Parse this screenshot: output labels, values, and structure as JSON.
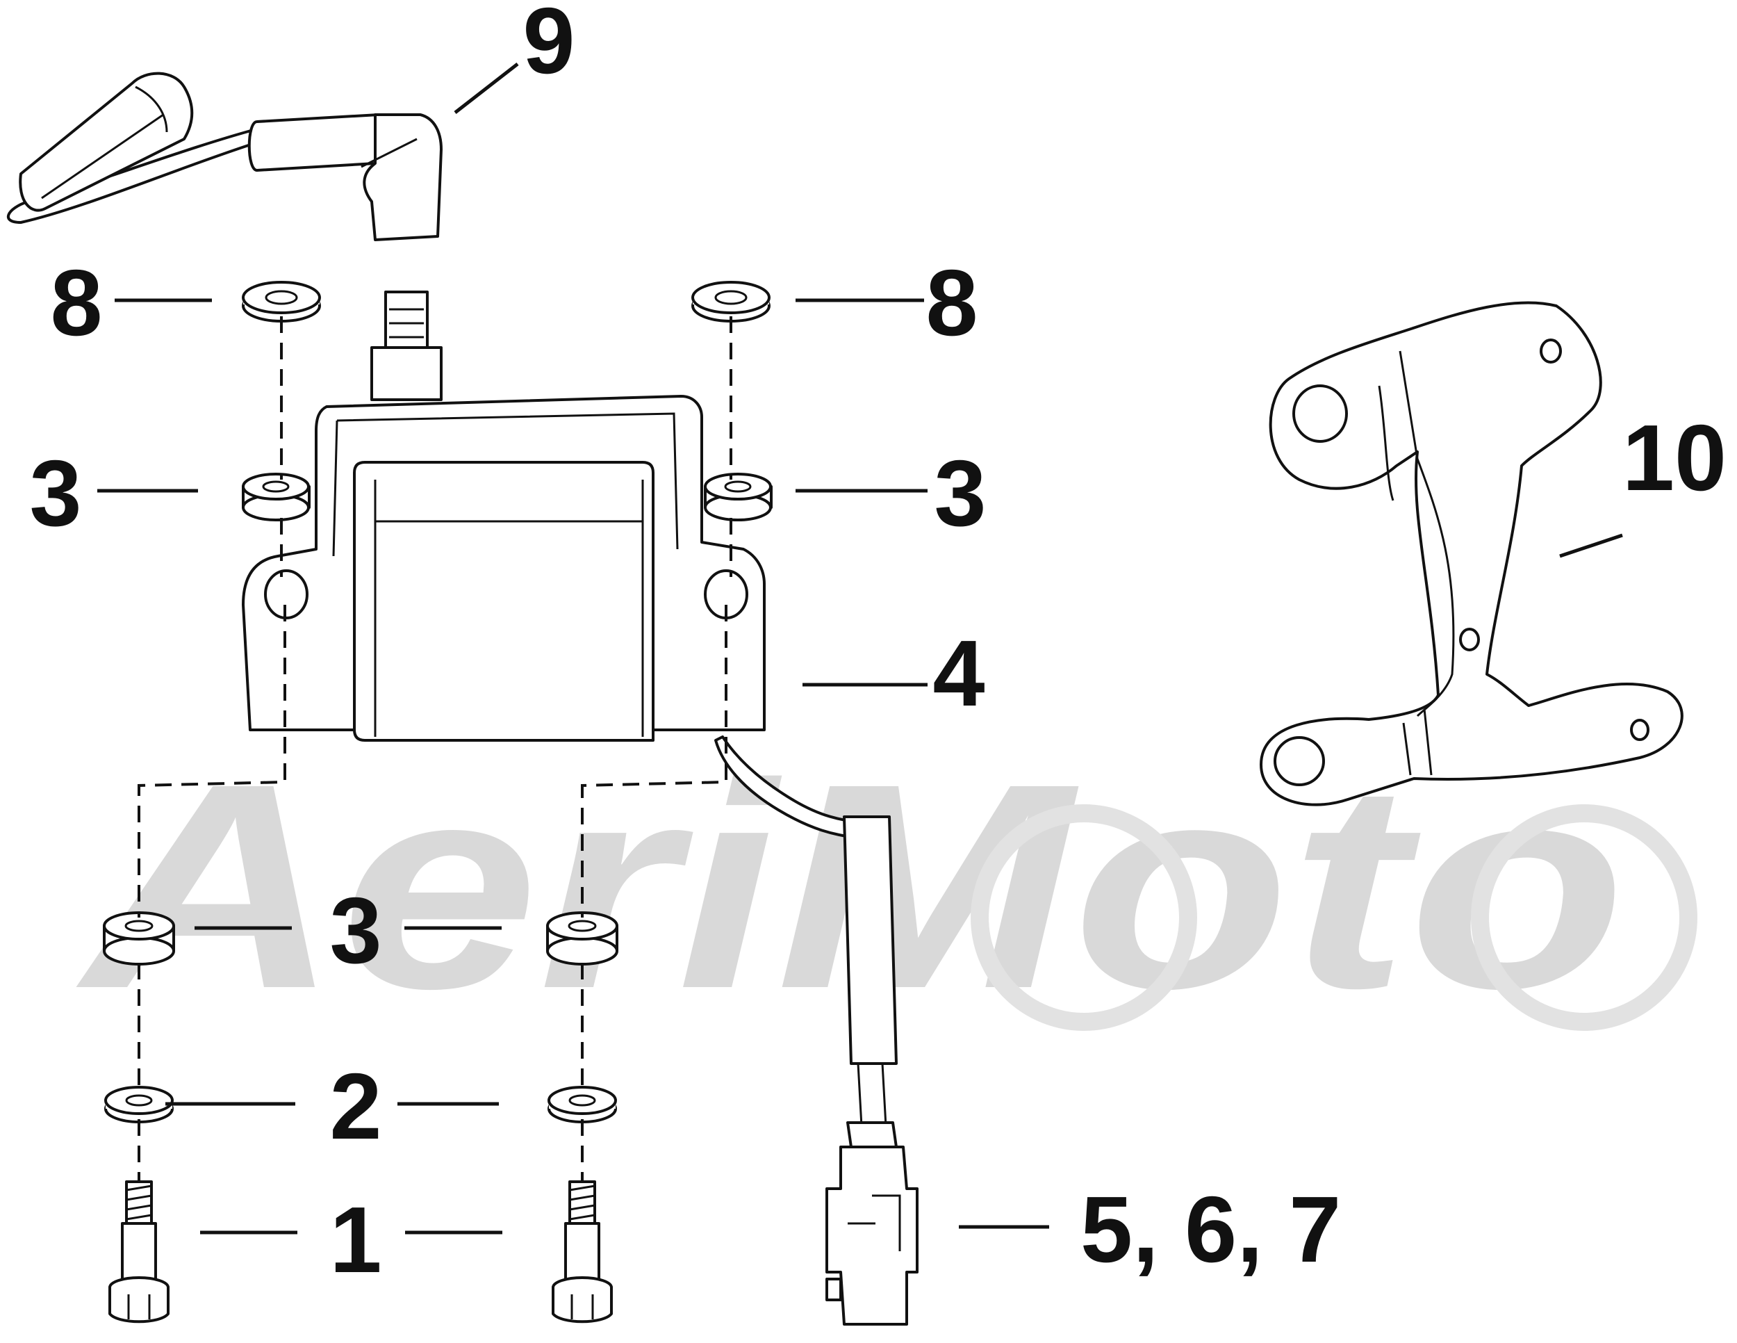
{
  "watermark": {
    "text": "AeriMoto",
    "color": "#d9d9d9"
  },
  "callouts": {
    "item9": "9",
    "item8_left": "8",
    "item8_right": "8",
    "item3_upper_left": "3",
    "item3_upper_right": "3",
    "item10": "10",
    "item4": "4",
    "item3_lower": "3",
    "item2": "2",
    "item1": "1",
    "item5_6_7": "5, 6, 7"
  },
  "colors": {
    "line": "#111111",
    "background": "#ffffff"
  }
}
